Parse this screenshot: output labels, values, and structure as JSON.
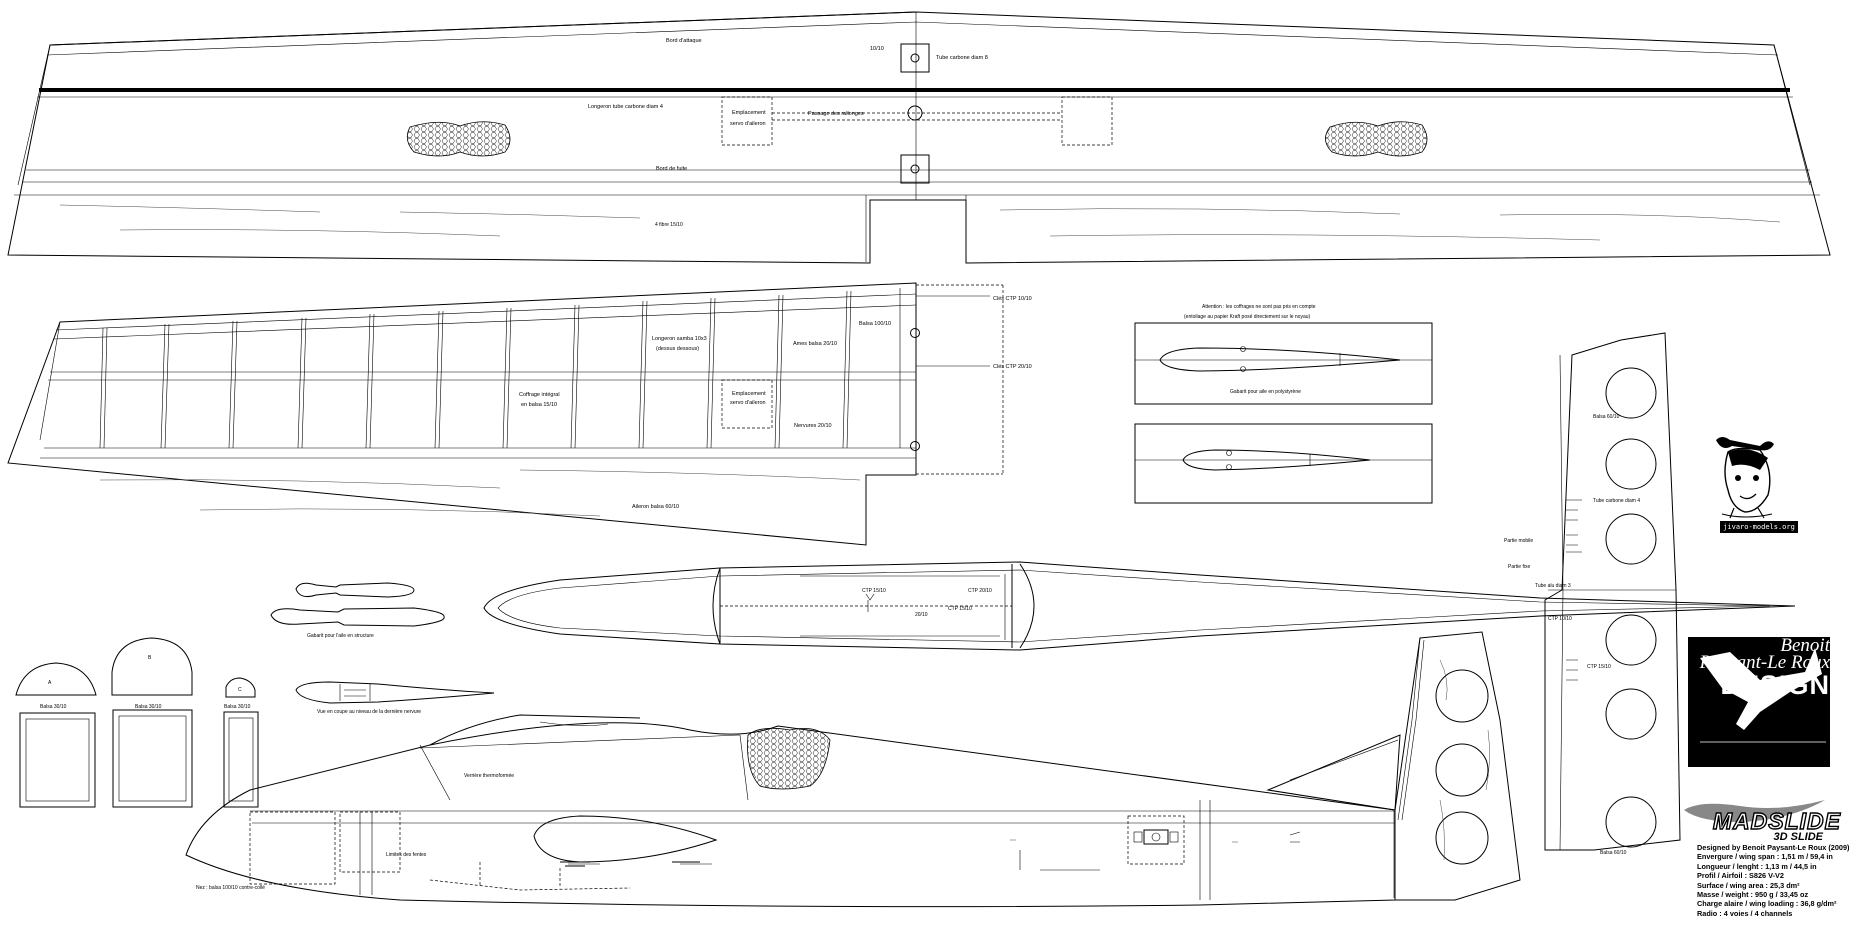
{
  "wing_top": {
    "leading_edge": "Bord d'attaque",
    "dim_1": "10/10",
    "tube_center": "Tube carbone diam 8",
    "spar_tube": "Longeron tube carbone diam 4",
    "servo_slot_1": "Emplacement",
    "servo_slot_2": "servo d'aileron",
    "cable_pass": "Passage des rallonges",
    "trailing_edge": "Bord de fuite",
    "aileron_note": "4 fibre 15/10"
  },
  "wing_structure": {
    "ctp_1": "Clés CTP 10/10",
    "balsa_100": "Balsa 100/10",
    "ctp_2": "Clés CTP 20/10",
    "spar_1": "Longeron samba 10x3",
    "spar_2": "(dessus dessous)",
    "ames": "Ames balsa 20/10",
    "coffrage_1": "Coffrage intégral",
    "coffrage_2": "en balsa 15/10",
    "servo_1": "Emplacement",
    "servo_2": "servo d'aileron",
    "ribs": "Nervures 20/10",
    "aileron": "Aileron balsa 60/10"
  },
  "airfoils": {
    "warn_1": "Attention : les coffrages ne sont pas pris en compte",
    "warn_2": "(entoilage au papier Kraft posé directement sur le noyau)",
    "cut_label": "Gabarit pour aile en polystyrène"
  },
  "fin_top": {
    "balsa_1": "Balsa 60/10",
    "tube": "Tube carbone diam 4",
    "movable": "Partie mobile",
    "fixed": "Partie fixe",
    "tube_2": "Tube alu diam 3",
    "ctp_1": "CTP 10/10",
    "ctp_2": "CTP 15/10",
    "balsa_2": "Balsa 60/10"
  },
  "fuselage_top": {
    "m1": "CTP 15/10",
    "m2": "20/10",
    "m3": "CTP 15/10",
    "m4": "CTP 20/10"
  },
  "side_parts": {
    "gabarit": "Gabarit pour l'aile en structure",
    "part_a": "A",
    "part_b": "B",
    "part_c": "C",
    "balsa_a": "Balsa 30/10",
    "balsa_b": "Balsa 30/10",
    "balsa_c": "Balsa 30/10",
    "section_view": "Vue en coupe au niveau de la dernière nervure"
  },
  "fuselage_side": {
    "canopy": "Verrière thermoformée",
    "limit": "Limites des fentes",
    "nose_note": "Nez : balsa 100/10 contre-collé"
  },
  "credits": {
    "site": "jivaro-models.org",
    "brand_1": "Benoit",
    "brand_2": "Paysant-Le Roux",
    "brand_3": "DESIGN",
    "model_name": "MADSLIDE",
    "model_sub": "3D SLIDE",
    "designer": "Designed by Benoit Paysant-Le Roux (2009)",
    "span": "Envergure / wing span : 1,51 m / 59,4 in",
    "length": "Longueur / lenght : 1,13 m / 44,5 in",
    "airfoil": "Profil / Airfoil : S826 V-V2",
    "area": "Surface / wing area : 25,3 dm²",
    "mass": "Masse / weight : 950 g / 33,45 oz",
    "loading": "Charge alaire / wing loading : 36,8 g/dm²",
    "radio": "Radio : 4 voies / 4 channels"
  }
}
